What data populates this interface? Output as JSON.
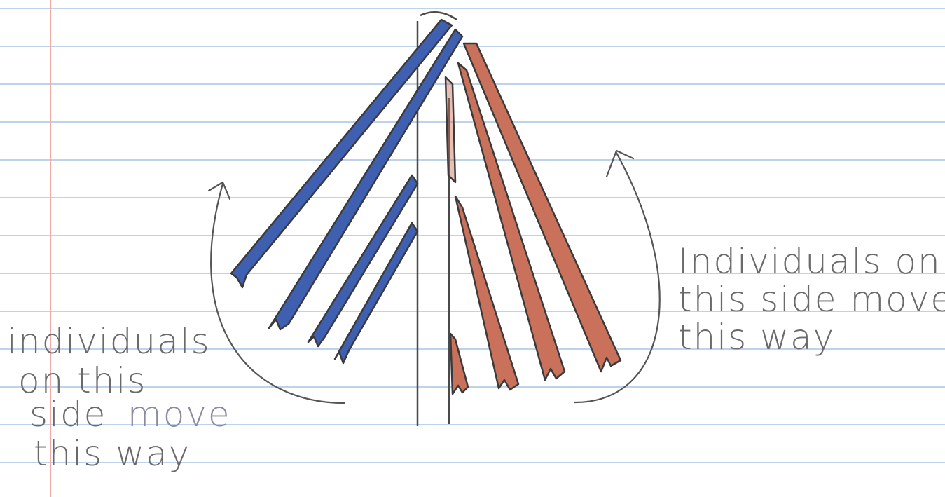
{
  "paper": {
    "rule_color": "#a9c3e3",
    "margin_color": "#f2a9a9",
    "ink_color": "#4a4a4a"
  },
  "colors": {
    "blue_pencil": "#3f5fb0",
    "red_pencil": "#c9715a"
  },
  "left_label": {
    "line1": "individuals",
    "line2": "on this",
    "line3": "side",
    "line3b": "move",
    "line4": "this way"
  },
  "right_label": {
    "line1": "Individuals on",
    "line2": "this side move",
    "line3": "this way"
  }
}
